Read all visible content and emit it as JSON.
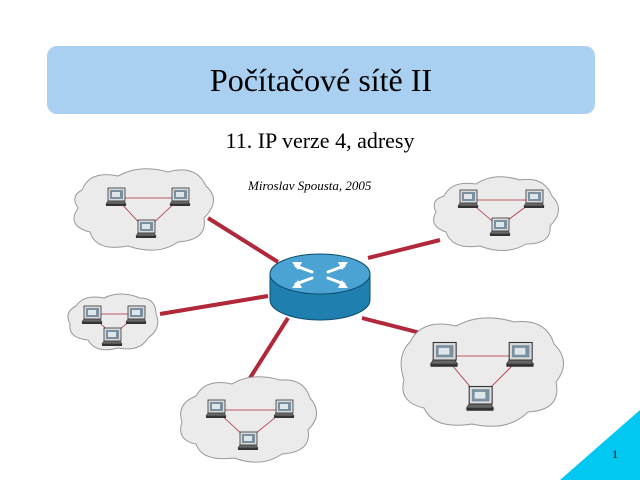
{
  "slide": {
    "title": "Počítačové sítě II",
    "subtitle": "11. IP verze 4, adresy",
    "author": "Miroslav Spousta, 2005",
    "page_number": "1"
  },
  "colors": {
    "title_banner": "#a9cff1",
    "corner_triangle": "#00c8f0",
    "link": "#b0283a",
    "cloud": "#ebebeb",
    "router": "#1f7fae"
  },
  "icons": [
    "router-icon",
    "cloud-icon",
    "computer-icon"
  ]
}
